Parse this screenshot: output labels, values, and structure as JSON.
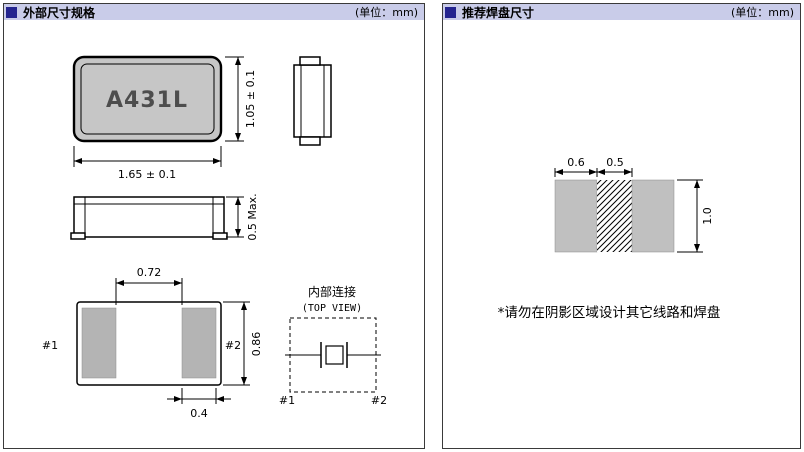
{
  "left_panel": {
    "title": "外部尺寸规格",
    "unit": "(单位：mm)",
    "top_view": {
      "part_label": "A431L",
      "width_dim": "1.65 ± 0.1",
      "height_dim": "1.05 ± 0.1"
    },
    "side_view": {
      "thickness_dim": "0.5 Max."
    },
    "bottom_view": {
      "pad_gap_dim": "0.72",
      "height_dim": "0.86",
      "pad_width_dim": "0.4",
      "pin1_label": "#1",
      "pin2_label": "#2"
    },
    "internal_connection": {
      "title": "内部连接",
      "subtitle": "(TOP VIEW)",
      "pin1_label": "#1",
      "pin2_label": "#2"
    }
  },
  "right_panel": {
    "title": "推荐焊盘尺寸",
    "unit": "(单位：mm)",
    "pad_layout": {
      "pad_width_dim": "0.6",
      "gap_dim": "0.5",
      "pad_height_dim": "1.0"
    },
    "note": "*请勿在阴影区域设计其它线路和焊盘"
  },
  "colors": {
    "header_bg": "#c9cce9",
    "header_square": "#24248f",
    "component_fill": "#c6c6c6",
    "pad_fill": "#b4b4b4",
    "recommended_pad_fill": "#c0c0c0"
  }
}
